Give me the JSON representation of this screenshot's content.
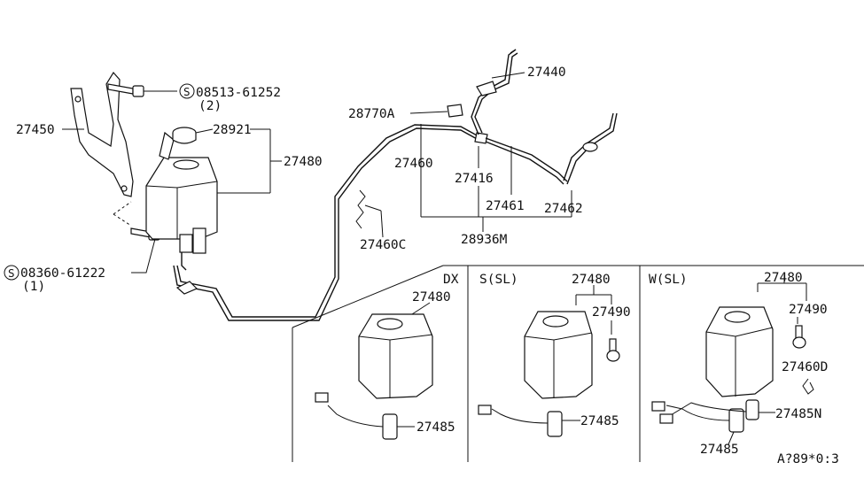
{
  "labels": {
    "bolt_top": "08513-61252",
    "bolt_top_qty": "(2)",
    "bracket": "27450",
    "cap": "28921",
    "tank_main": "27480",
    "bolt_bottom": "08360-61222",
    "bolt_bottom_qty": "(1)",
    "nozzle_r": "27440",
    "grommet": "28770A",
    "hose_a": "27460",
    "joint": "27416",
    "hose_b": "27461",
    "hose_c": "27462",
    "hose_assy": "28936M",
    "clip": "27460C",
    "dx_title": "DX",
    "dx_tank": "27480",
    "dx_motor": "27485",
    "s_title": "S(SL)",
    "s_tank": "27480",
    "s_sensor": "27490",
    "s_motor": "27485",
    "w_title": "W(SL)",
    "w_tank": "27480",
    "w_sensor": "27490",
    "w_clip": "27460D",
    "w_motor_n": "27485N",
    "w_motor": "27485",
    "diagram_code": "A?89*0:3",
    "s_symbol": "S"
  }
}
